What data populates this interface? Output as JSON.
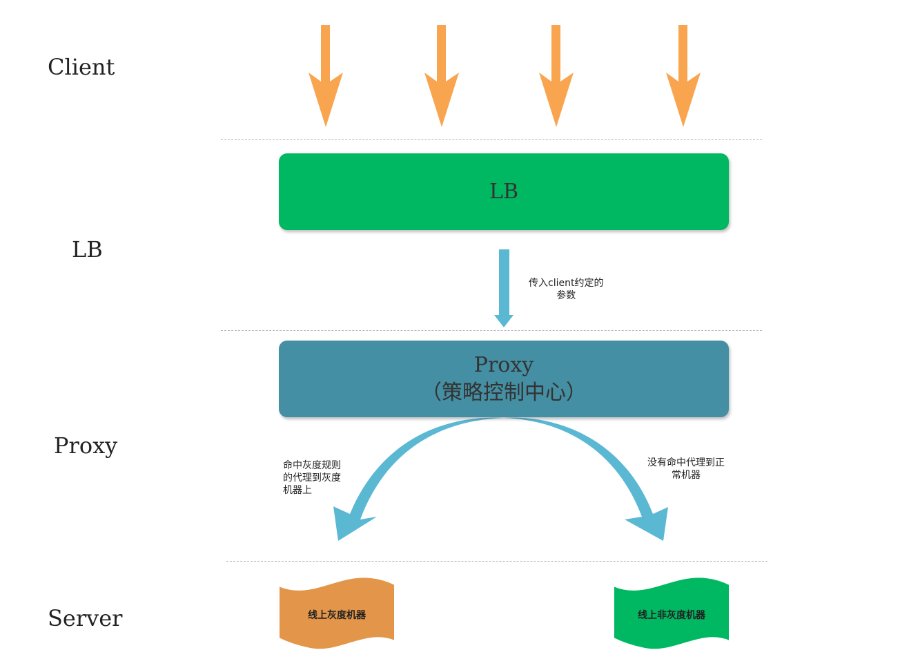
{
  "layers": {
    "client": "Client",
    "lb": "LB",
    "proxy": "Proxy",
    "server": "Server"
  },
  "lb_box": {
    "label": "LB",
    "color": "#00b862"
  },
  "proxy_box": {
    "title": "Proxy",
    "subtitle": "（策略控制中心）",
    "color": "#448fa3"
  },
  "lb_to_proxy_note": {
    "line1": "传入client约定的",
    "line2": "参数"
  },
  "gray_route_note": {
    "line1": "命中灰度规则",
    "line2": "的代理到灰度",
    "line3": "机器上"
  },
  "normal_route_note": {
    "line1": "没有命中代理到正",
    "line2": "常机器"
  },
  "servers": {
    "gray": {
      "label": "线上灰度机器",
      "color": "#e3964a"
    },
    "normal": {
      "label": "线上非灰度机器",
      "color": "#00b862"
    }
  },
  "colors": {
    "client_arrow": "#f9a550",
    "flow_arrow": "#5bb8d3",
    "divider": "#b5b5b5"
  }
}
